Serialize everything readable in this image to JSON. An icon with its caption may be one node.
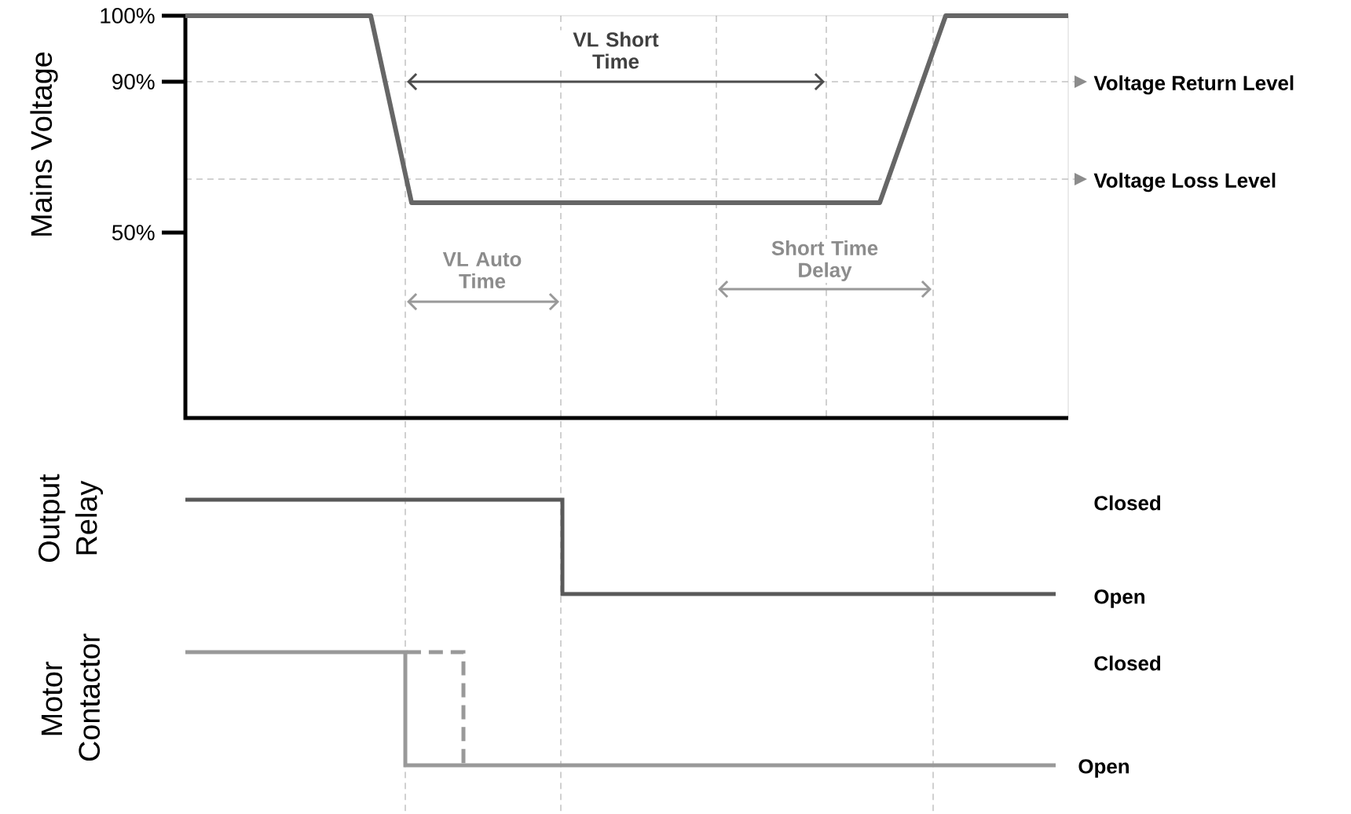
{
  "diagram": {
    "labels": [
      "100%",
      "90%",
      "50%",
      "Mains Voltage",
      "VL Short Time",
      "Voltage Return Level",
      "Voltage Loss Level",
      "VL Auto Time",
      "Short Time Delay",
      "Output Relay",
      "Closed",
      "Open",
      "Motor Contactor",
      "Closed",
      "Open"
    ]
  }
}
